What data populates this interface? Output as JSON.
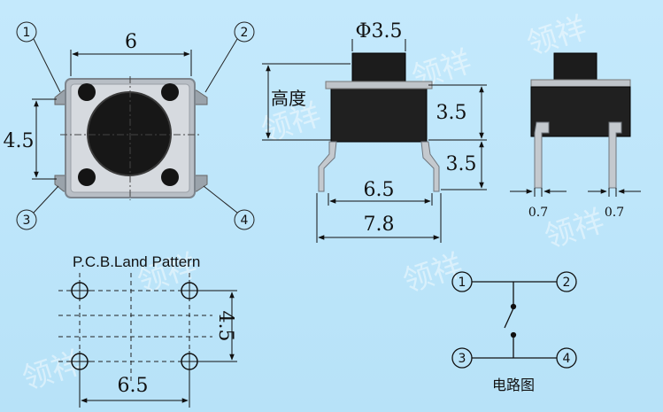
{
  "top_view": {
    "dim_width": "6",
    "dim_height": "4.5",
    "pins": [
      "1",
      "2",
      "3",
      "4"
    ]
  },
  "side_view": {
    "dim_phi": "Φ3.5",
    "dim_height_label": "高度",
    "dim_body": "3.5",
    "dim_leg": "3.5",
    "dim_inner": "6.5",
    "dim_outer": "7.8"
  },
  "end_view": {
    "dim_left": "0.7",
    "dim_right": "0.7"
  },
  "pcb": {
    "title": "P.C.B.Land Pattern",
    "dim_height": "4.5",
    "dim_width": "6.5"
  },
  "circuit": {
    "pins": [
      "1",
      "2",
      "3",
      "4"
    ],
    "caption": "电路图"
  },
  "watermark": "领祥"
}
